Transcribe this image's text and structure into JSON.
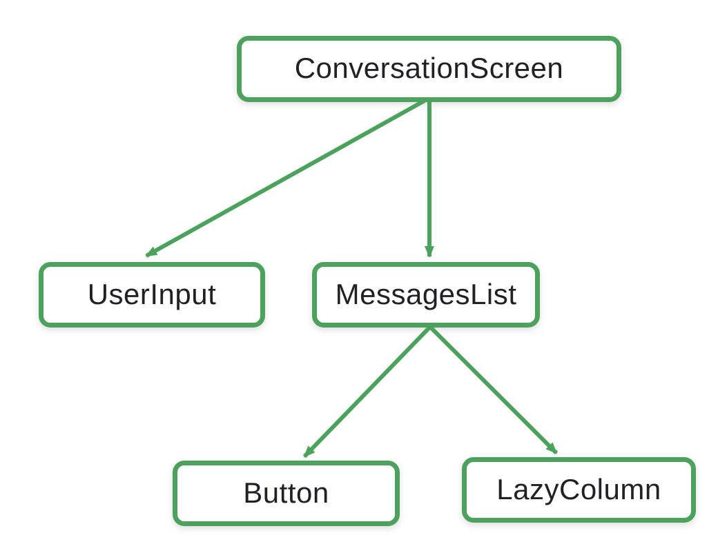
{
  "diagram": {
    "description": "Component hierarchy tree diagram",
    "nodes": [
      {
        "id": "conversation-screen",
        "label": "ConversationScreen"
      },
      {
        "id": "user-input",
        "label": "UserInput"
      },
      {
        "id": "messages-list",
        "label": "MessagesList"
      },
      {
        "id": "button",
        "label": "Button"
      },
      {
        "id": "lazy-column",
        "label": "LazyColumn"
      }
    ],
    "edges": [
      {
        "from": "ConversationScreen",
        "to": "UserInput"
      },
      {
        "from": "ConversationScreen",
        "to": "MessagesList"
      },
      {
        "from": "MessagesList",
        "to": "Button"
      },
      {
        "from": "MessagesList",
        "to": "LazyColumn"
      }
    ],
    "colors": {
      "accent_green": "#4CA25C",
      "node_fill": "#FFFFFF",
      "text": "#202124",
      "background": "#FFFFFF"
    }
  }
}
